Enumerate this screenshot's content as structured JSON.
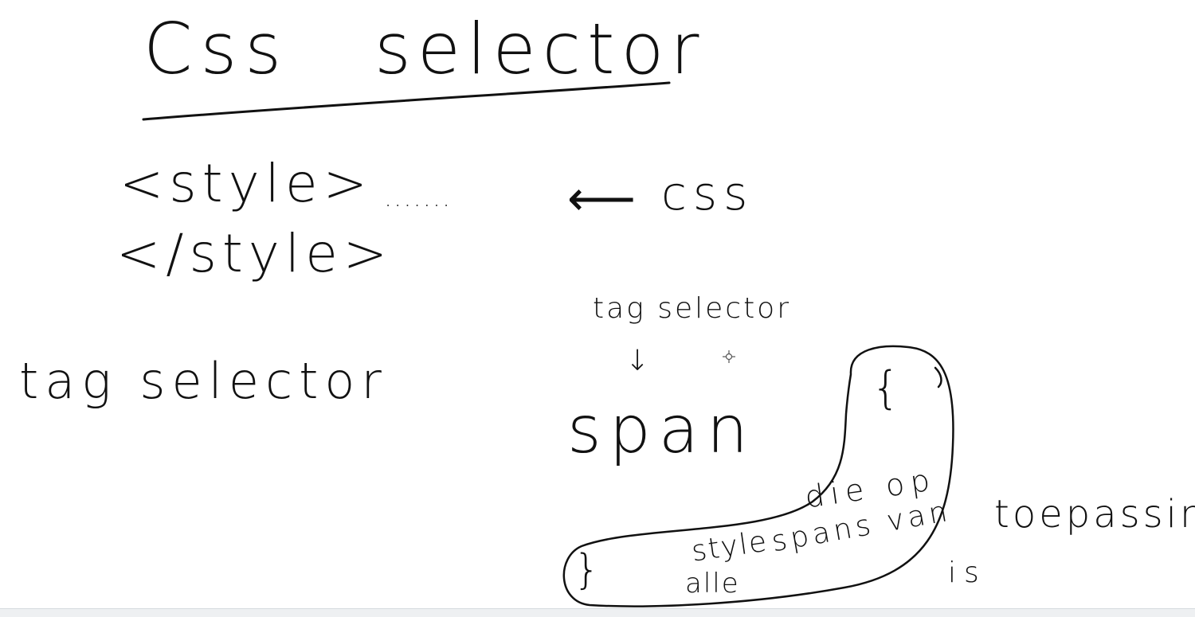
{
  "board": {
    "background": "#ffffff",
    "ink_color": "#111111"
  },
  "title": {
    "word1": "Css",
    "word2": "selector"
  },
  "code": {
    "style_open": "<style>",
    "style_close": "</style>",
    "dots": ".......",
    "arrow": "⟵",
    "css_label": "css"
  },
  "left_note": {
    "text": "tag selector"
  },
  "right_note": {
    "label": "tag selector",
    "arrow": "↓",
    "element": "span"
  },
  "braces": {
    "open": "{",
    "close": "}"
  },
  "blob_notes": {
    "die_op": "die op",
    "style": "style",
    "alle": "alle",
    "spans_van": "spans van"
  },
  "side_notes": {
    "toepassing": "toepassing",
    "is": "is"
  },
  "icons": {
    "cursor": "crosshair-move-cursor-icon"
  }
}
